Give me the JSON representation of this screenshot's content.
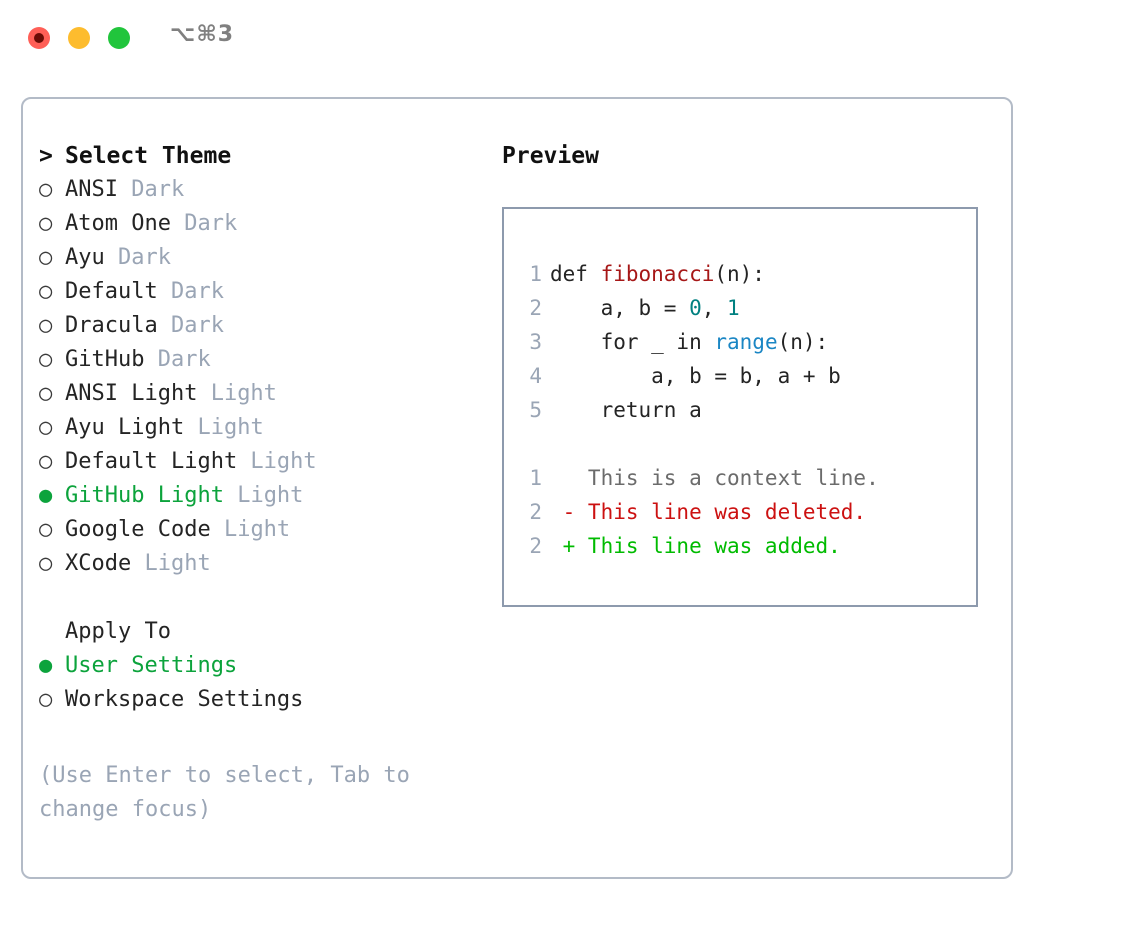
{
  "window": {
    "shortcut_title": "⌥⌘3",
    "traffic_lights": [
      {
        "name": "close",
        "color": "#ff5f57"
      },
      {
        "name": "minimize",
        "color": "#fdbc2e"
      },
      {
        "name": "maximize",
        "color": "#21c53c"
      }
    ],
    "accent_green": "#0ca33c",
    "panel_border": "#b3bbc7",
    "preview_border": "#8d9aad",
    "muted_gray": "#9aa5b5"
  },
  "theme_list": {
    "header": "Select Theme",
    "header_marker": ">",
    "unselected_marker": "○",
    "selected_marker": "●",
    "items": [
      {
        "name": "ANSI",
        "variant": "Dark",
        "selected": false
      },
      {
        "name": "Atom One",
        "variant": "Dark",
        "selected": false
      },
      {
        "name": "Ayu",
        "variant": "Dark",
        "selected": false
      },
      {
        "name": "Default",
        "variant": "Dark",
        "selected": false
      },
      {
        "name": "Dracula",
        "variant": "Dark",
        "selected": false
      },
      {
        "name": "GitHub",
        "variant": "Dark",
        "selected": false
      },
      {
        "name": "ANSI Light",
        "variant": "Light",
        "selected": false
      },
      {
        "name": "Ayu Light",
        "variant": "Light",
        "selected": false
      },
      {
        "name": "Default Light",
        "variant": "Light",
        "selected": false
      },
      {
        "name": "GitHub Light",
        "variant": "Light",
        "selected": true
      },
      {
        "name": "Google Code",
        "variant": "Light",
        "selected": false
      },
      {
        "name": "XCode",
        "variant": "Light",
        "selected": false
      }
    ]
  },
  "apply_to": {
    "header": "Apply To",
    "options": [
      {
        "label": "User Settings",
        "selected": true
      },
      {
        "label": "Workspace Settings",
        "selected": false
      }
    ]
  },
  "hint": "(Use Enter to select, Tab to change focus)",
  "preview": {
    "title": "Preview",
    "code_lines": [
      {
        "num": "1",
        "tokens": [
          {
            "t": "def ",
            "c": "plain"
          },
          {
            "t": "fibonacci",
            "c": "fn"
          },
          {
            "t": "(n):",
            "c": "plain"
          }
        ]
      },
      {
        "num": "2",
        "tokens": [
          {
            "t": "    a, b = ",
            "c": "plain"
          },
          {
            "t": "0",
            "c": "num"
          },
          {
            "t": ", ",
            "c": "plain"
          },
          {
            "t": "1",
            "c": "num"
          }
        ]
      },
      {
        "num": "3",
        "tokens": [
          {
            "t": "    for _ in ",
            "c": "plain"
          },
          {
            "t": "range",
            "c": "call"
          },
          {
            "t": "(n):",
            "c": "plain"
          }
        ]
      },
      {
        "num": "4",
        "tokens": [
          {
            "t": "        a, b = b, a + b",
            "c": "plain"
          }
        ]
      },
      {
        "num": "5",
        "tokens": [
          {
            "t": "    return a",
            "c": "plain"
          }
        ]
      }
    ],
    "diff_lines": [
      {
        "num": "1",
        "sign": " ",
        "text": " This is a context line.",
        "kind": "ctx"
      },
      {
        "num": "2",
        "sign": "-",
        "text": " This line was deleted.",
        "kind": "del"
      },
      {
        "num": "2",
        "sign": "+",
        "text": " This line was added.",
        "kind": "add"
      }
    ]
  }
}
